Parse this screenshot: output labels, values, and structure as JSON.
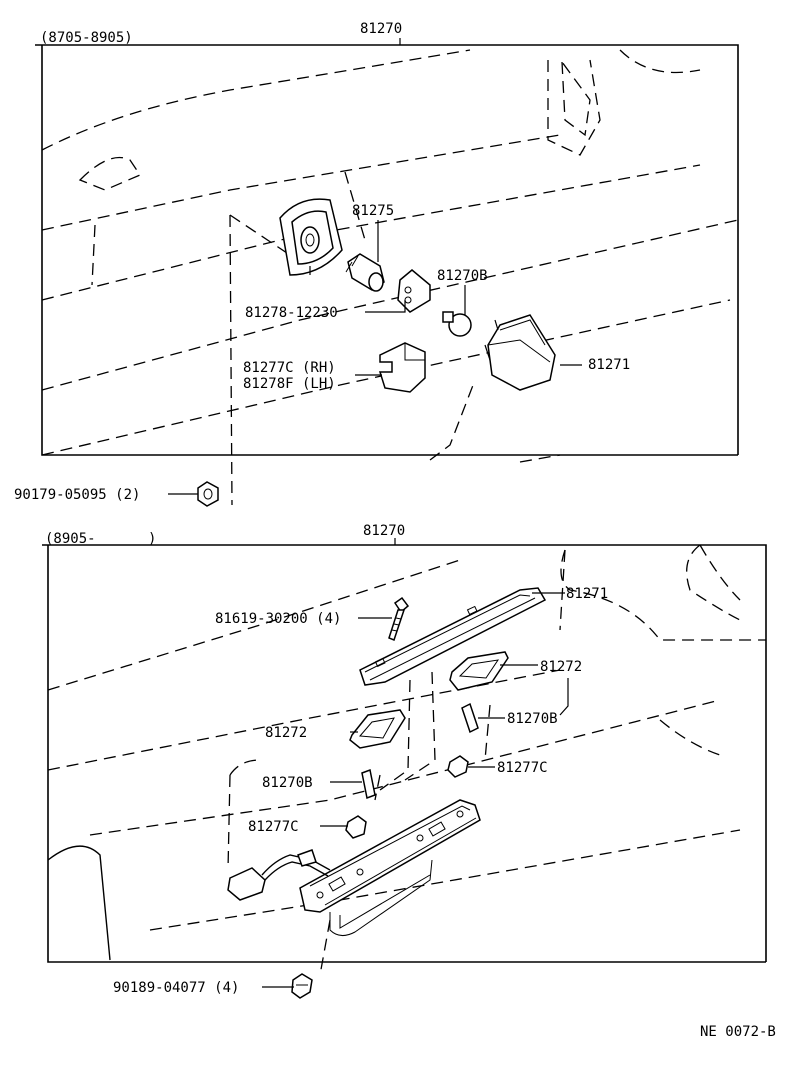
{
  "top_section": {
    "date_range": "(8705-8905)",
    "assembly_number": "81270",
    "labels": {
      "p81275": "81275",
      "p81270b": "81270B",
      "p81278": "81278-12230",
      "p81277c_rh": "81277C (RH)",
      "p81278f_lh": "81278F (LH)",
      "p81271": "81271",
      "p90179": "90179-05095 (2)"
    }
  },
  "bottom_section": {
    "date_range": "(8905-",
    "date_range_close": ")",
    "assembly_number": "81270",
    "labels": {
      "p81619": "81619-30200 (4)",
      "p81271": "81271",
      "p81272_right": "81272",
      "p81272_left": "81272",
      "p81270b_right": "81270B",
      "p81270b_left": "81270B",
      "p81277c_right": "81277C",
      "p81277c_left": "81277C",
      "p90189": "90189-04077 (4)"
    }
  },
  "footer": {
    "figure_code": "NE 0072-B"
  }
}
